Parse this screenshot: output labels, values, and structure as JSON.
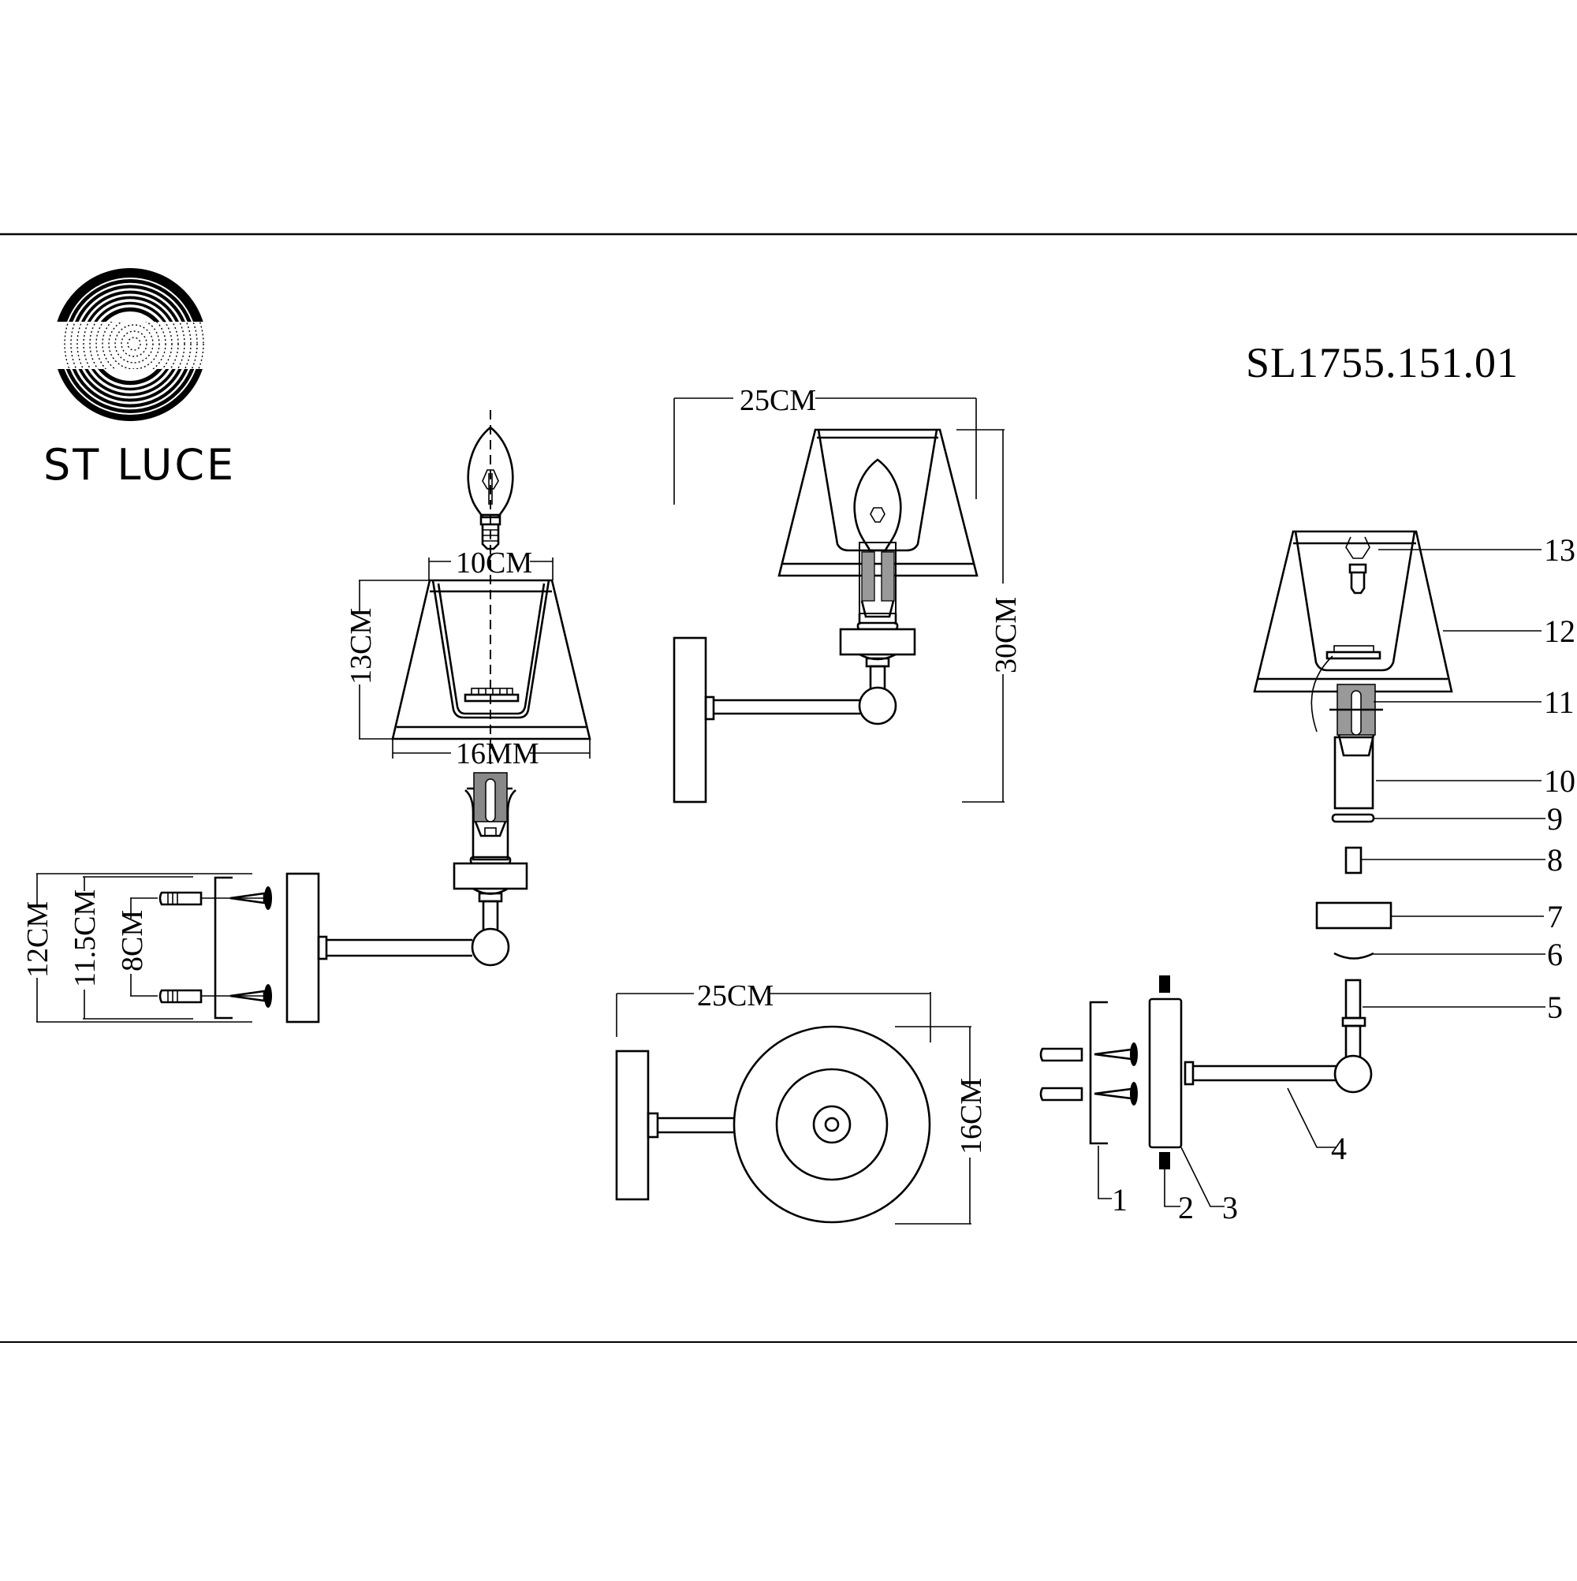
{
  "document": {
    "brand": "ST LUCE",
    "model_number": "SL1755.151.01",
    "colors": {
      "line": "#000000",
      "background": "#ffffff"
    }
  },
  "front_view": {
    "dims": {
      "shade_top_width": "10CM",
      "shade_height": "13CM",
      "shade_bottom_width": "16MM"
    }
  },
  "mounting_detail": {
    "dims": {
      "plate_height": "12CM",
      "bracket_height": "11.5CM",
      "screw_spacing": "8CM"
    }
  },
  "side_view": {
    "dims": {
      "projection": "25CM",
      "total_height": "30CM"
    }
  },
  "top_view": {
    "dims": {
      "projection": "25CM",
      "shade_diameter": "16CM"
    }
  },
  "exploded_view": {
    "callouts": [
      {
        "id": "1",
        "part": "mounting-bracket-with-anchors-and-screws"
      },
      {
        "id": "2",
        "part": "set-screw"
      },
      {
        "id": "3",
        "part": "wall-plate"
      },
      {
        "id": "4",
        "part": "arm"
      },
      {
        "id": "5",
        "part": "threaded-nipple"
      },
      {
        "id": "6",
        "part": "dome-washer"
      },
      {
        "id": "7",
        "part": "cup"
      },
      {
        "id": "8",
        "part": "nut"
      },
      {
        "id": "9",
        "part": "washer"
      },
      {
        "id": "10",
        "part": "socket-sleeve"
      },
      {
        "id": "11",
        "part": "socket"
      },
      {
        "id": "12",
        "part": "lamp-shade"
      },
      {
        "id": "13",
        "part": "bulb"
      }
    ]
  }
}
